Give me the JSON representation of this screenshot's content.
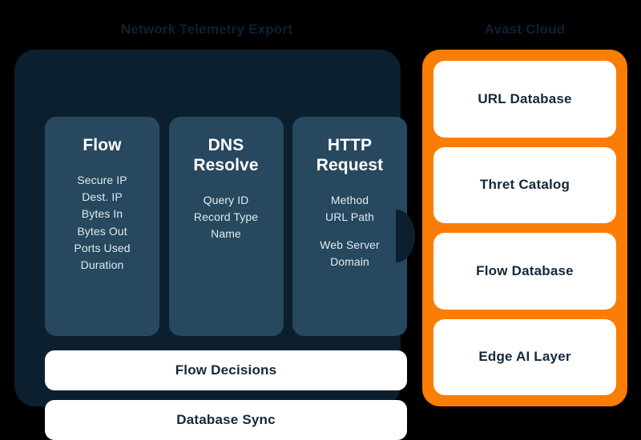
{
  "diagram": {
    "background_color": "#000000",
    "left_panel": {
      "title": "Network Telemetry Export",
      "panel_color": "#0c1f2e",
      "card_color": "#27485f",
      "title_color": "#0c2034",
      "columns": [
        {
          "heading": "Flow",
          "items": [
            "Secure IP",
            "Dest. IP",
            "Bytes In",
            "Bytes Out",
            "Ports Used",
            "Duration"
          ]
        },
        {
          "heading": "DNS Resolve",
          "items": [
            "Query ID",
            "Record Type",
            "Name"
          ]
        },
        {
          "heading": "HTTP Request",
          "items": [
            "Method",
            "URL Path",
            "Web Server Domain"
          ]
        }
      ],
      "bars": [
        {
          "label": "Flow Decisions"
        },
        {
          "label": "Database Sync"
        }
      ]
    },
    "right_panel": {
      "title": "Avast Cloud",
      "panel_color": "#fb7d05",
      "title_color": "#0c2034",
      "cards": [
        {
          "label": "URL Database"
        },
        {
          "label": "Thret Catalog"
        },
        {
          "label": "Flow Database"
        },
        {
          "label": "Edge AI Layer"
        }
      ]
    },
    "connector": {
      "name": "arrow-right-icon",
      "direction": "left-panel-to-right-panel"
    }
  }
}
